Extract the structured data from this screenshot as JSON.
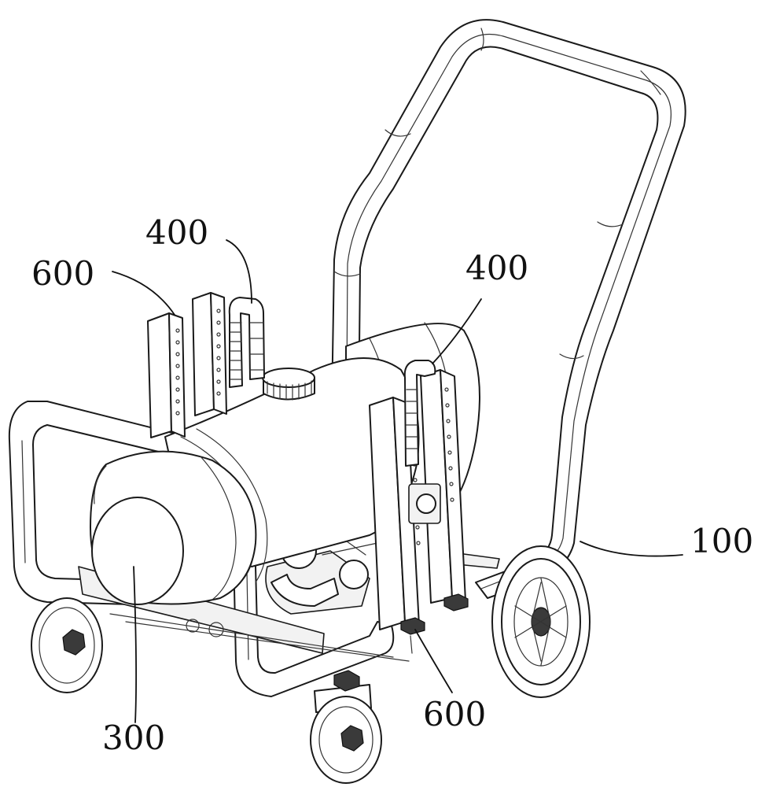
{
  "labels": {
    "frame": "100",
    "tank": "300",
    "nozzle_left": "400",
    "nozzle_right": "400",
    "bracket_left": "600",
    "bracket_right": "600"
  }
}
